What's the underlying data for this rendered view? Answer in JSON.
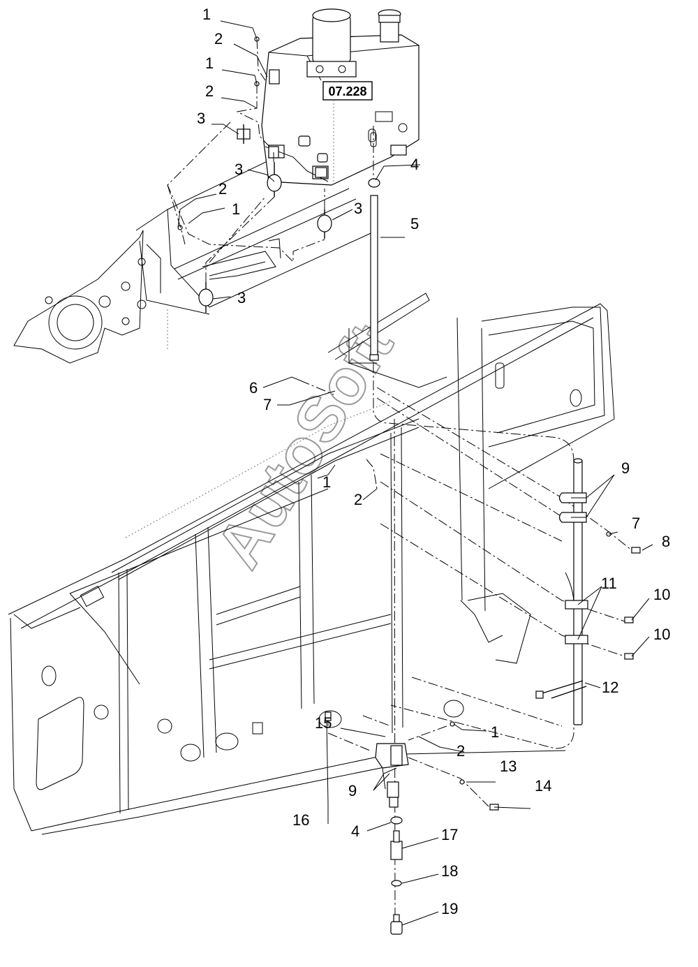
{
  "reference_box": "07.228",
  "watermark": "AutoSoft",
  "callouts": [
    {
      "id": "c1a",
      "text": "1"
    },
    {
      "id": "c2a",
      "text": "2"
    },
    {
      "id": "c1b",
      "text": "1"
    },
    {
      "id": "c2b",
      "text": "2"
    },
    {
      "id": "c3a",
      "text": "3"
    },
    {
      "id": "c3b",
      "text": "3"
    },
    {
      "id": "c2c",
      "text": "2"
    },
    {
      "id": "c1c",
      "text": "1"
    },
    {
      "id": "c3c",
      "text": "3"
    },
    {
      "id": "c3d",
      "text": "3"
    },
    {
      "id": "c4a",
      "text": "4"
    },
    {
      "id": "c5",
      "text": "5"
    },
    {
      "id": "c6",
      "text": "6"
    },
    {
      "id": "c7a",
      "text": "7"
    },
    {
      "id": "c1d",
      "text": "1"
    },
    {
      "id": "c2d",
      "text": "2"
    },
    {
      "id": "c9a",
      "text": "9"
    },
    {
      "id": "c7b",
      "text": "7"
    },
    {
      "id": "c8",
      "text": "8"
    },
    {
      "id": "c11",
      "text": "11"
    },
    {
      "id": "c10a",
      "text": "10"
    },
    {
      "id": "c10b",
      "text": "10"
    },
    {
      "id": "c12",
      "text": "12"
    },
    {
      "id": "c15",
      "text": "15"
    },
    {
      "id": "c1e",
      "text": "1"
    },
    {
      "id": "c2e",
      "text": "2"
    },
    {
      "id": "c13",
      "text": "13"
    },
    {
      "id": "c9b",
      "text": "9"
    },
    {
      "id": "c14",
      "text": "14"
    },
    {
      "id": "c16",
      "text": "16"
    },
    {
      "id": "c4b",
      "text": "4"
    },
    {
      "id": "c17",
      "text": "17"
    },
    {
      "id": "c18",
      "text": "18"
    },
    {
      "id": "c19",
      "text": "19"
    }
  ]
}
